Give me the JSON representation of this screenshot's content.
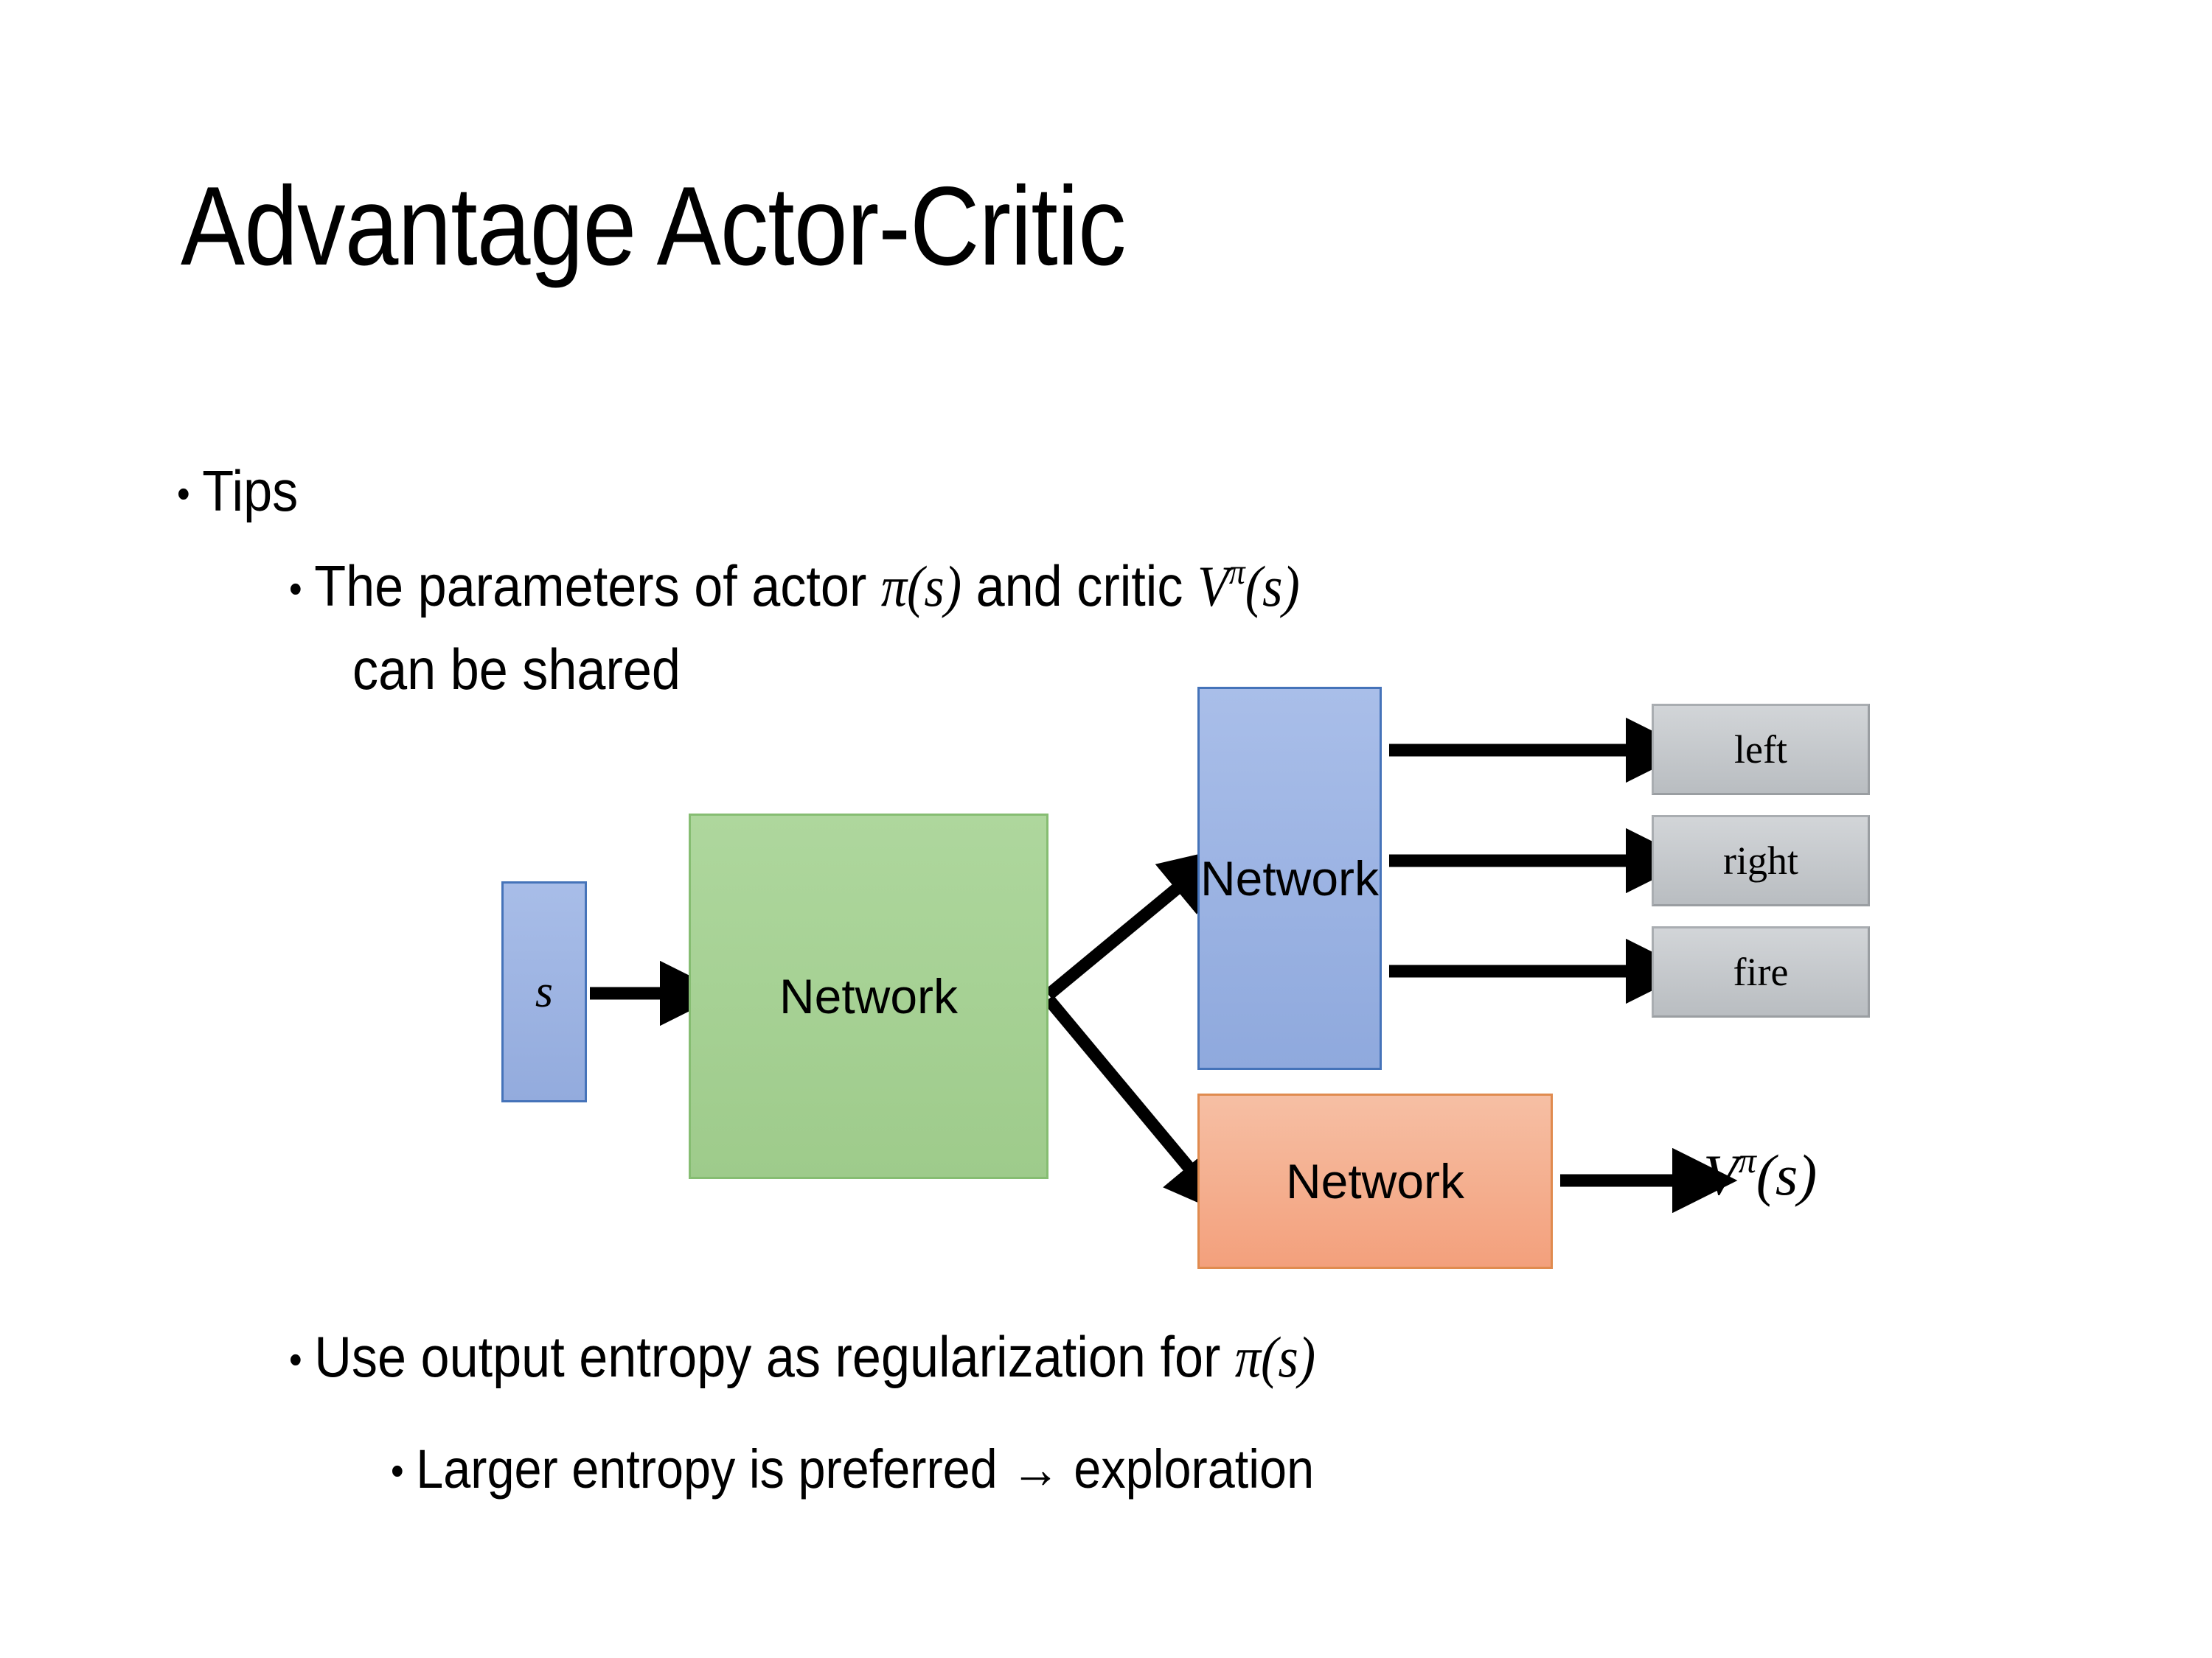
{
  "slide": {
    "title": "Advantage Actor-Critic",
    "background_color": "#ffffff"
  },
  "bullets": {
    "level1_tips": "Tips",
    "level2_params_pre": "The parameters of actor ",
    "level2_params_math1": "π(s)",
    "level2_params_mid": "  and critic ",
    "level2_params_math2_base": "V",
    "level2_params_math2_sup": "π",
    "level2_params_math2_tail": "(s)",
    "level2_params_line2": "can be shared",
    "level2_entropy_pre": "Use output entropy as regularization for ",
    "level2_entropy_math": "π(s)",
    "level3_larger": "Larger entropy is preferred → exploration",
    "bullet_glyph": "•"
  },
  "diagram": {
    "input_box": {
      "label": "s",
      "fill": "#93abdd",
      "border": "#4573b9"
    },
    "shared_network": {
      "label": "Network",
      "fill": "#9ecb8b",
      "border": "#86bd72"
    },
    "actor_network": {
      "label": "Network",
      "fill": "#8fa9dd",
      "border": "#4573b9"
    },
    "critic_network": {
      "label": "Network",
      "fill": "#f3a07c",
      "border": "#e08b4f"
    },
    "actions": [
      {
        "label": "left"
      },
      {
        "label": "right"
      },
      {
        "label": "fire"
      }
    ],
    "action_box_fill": "#c6cacd",
    "action_box_border": "#a9adb1",
    "critic_output": {
      "base": "V",
      "sup": "π",
      "tail": "(s)"
    },
    "arrow_color": "#000000"
  }
}
